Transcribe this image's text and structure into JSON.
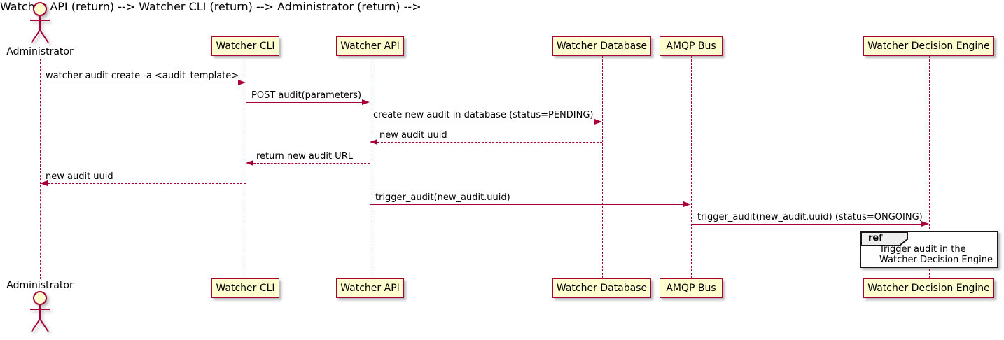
{
  "diagram": {
    "kind": "uml-sequence-diagram",
    "colors": {
      "participant_fill": "#FEFECE",
      "participant_border": "#A80036",
      "line": "#A80036",
      "text": "#000000",
      "ref_border": "#171717",
      "ref_tab_fill": "#EEEEEE",
      "background": "#FFFFFF"
    }
  },
  "actors": [
    {
      "id": "administrator",
      "label": "Administrator"
    }
  ],
  "participants": [
    {
      "id": "watcher-cli",
      "label": "Watcher CLI"
    },
    {
      "id": "watcher-api",
      "label": "Watcher API"
    },
    {
      "id": "watcher-database",
      "label": "Watcher Database"
    },
    {
      "id": "amqp-bus",
      "label": "AMQP Bus"
    },
    {
      "id": "watcher-decision-engine",
      "label": "Watcher Decision Engine"
    }
  ],
  "messages": [
    {
      "from": "Administrator",
      "to": "Watcher CLI",
      "style": "solid",
      "label": "watcher audit create -a <audit_template>"
    },
    {
      "from": "Watcher CLI",
      "to": "Watcher API",
      "style": "solid",
      "label": "POST audit(parameters)"
    },
    {
      "from": "Watcher API",
      "to": "Watcher Database",
      "style": "solid",
      "label": "create new audit in database (status=PENDING)"
    },
    {
      "from": "Watcher Database",
      "to": "Watcher API",
      "style": "dashed",
      "label": "new audit uuid"
    },
    {
      "from": "Watcher API",
      "to": "Watcher CLI",
      "style": "dashed",
      "label": "return new audit URL"
    },
    {
      "from": "Watcher CLI",
      "to": "Administrator",
      "style": "dashed",
      "label": "new audit uuid"
    },
    {
      "from": "Watcher API",
      "to": "AMQP Bus",
      "style": "solid",
      "label": "trigger_audit(new_audit.uuid)"
    },
    {
      "from": "AMQP Bus",
      "to": "Watcher Decision Engine",
      "style": "solid",
      "label": "trigger_audit(new_audit.uuid) (status=ONGOING)"
    }
  ],
  "ref": {
    "tag": "ref",
    "lines": [
      "Trigger audit in the",
      "Watcher Decision Engine"
    ]
  }
}
